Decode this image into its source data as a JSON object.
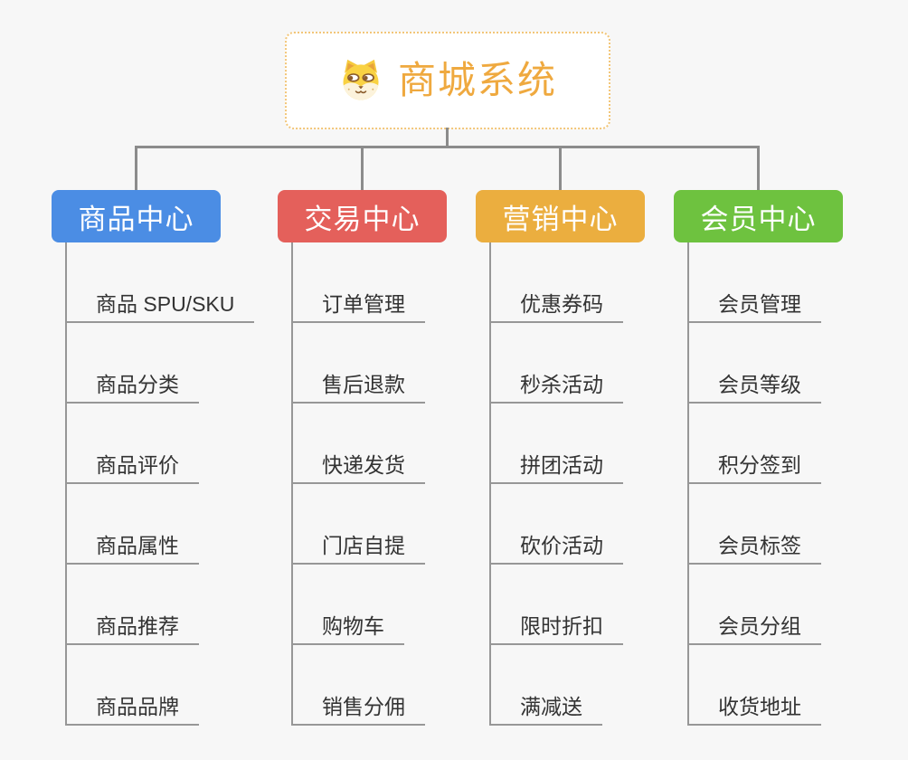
{
  "page": {
    "background": "#f7f7f7"
  },
  "root": {
    "title": "商城系统",
    "icon": "dog-face-icon",
    "title_color": "#efa93f",
    "border_color": "#f2c679"
  },
  "connector_color": "#8c8c8c",
  "line_color": "#979797",
  "branches": [
    {
      "label": "商品中心",
      "color": "#4b8de4",
      "children": [
        "商品 SPU/SKU",
        "商品分类",
        "商品评价",
        "商品属性",
        "商品推荐",
        "商品品牌"
      ]
    },
    {
      "label": "交易中心",
      "color": "#e4605b",
      "children": [
        "订单管理",
        "售后退款",
        "快递发货",
        "门店自提",
        "购物车",
        "销售分佣"
      ]
    },
    {
      "label": "营销中心",
      "color": "#ebae3f",
      "children": [
        "优惠券码",
        "秒杀活动",
        "拼团活动",
        "砍价活动",
        "限时折扣",
        "满减送"
      ]
    },
    {
      "label": "会员中心",
      "color": "#6ec23f",
      "children": [
        "会员管理",
        "会员等级",
        "积分签到",
        "会员标签",
        "会员分组",
        "收货地址"
      ]
    }
  ]
}
